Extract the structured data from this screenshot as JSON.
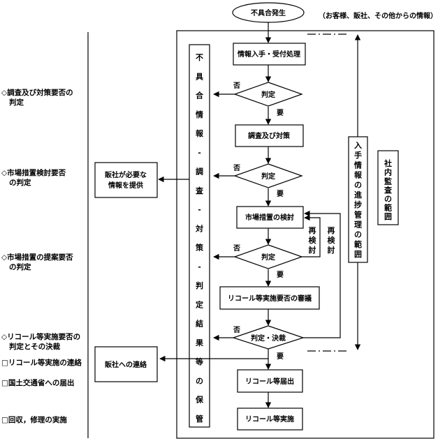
{
  "start": "不具合発生",
  "source_note": "（お客様、販社、その他からの情報）",
  "process": {
    "intake": "情報入手・受付処理",
    "investigation": "調査及び対策",
    "market_review": "市場措置の検討",
    "recall_review": "リコール等実施要否の審議",
    "report": "リコール等届出",
    "execute": "リコール等実施"
  },
  "decisions": {
    "d1": "判定",
    "d2": "判定",
    "d3": "判定",
    "d4": "判定・決裁"
  },
  "branch": {
    "no": "否",
    "yes": "要"
  },
  "recheck": "再検討",
  "vertical": {
    "records": "不具合情報・調査・対策・判定結果等の保管",
    "progress": "入手情報の進捗管理の範囲",
    "audit": "社内監査の範囲"
  },
  "dealer": {
    "info": [
      "販社が必要な",
      "情報を提供"
    ],
    "contact": "販社への連絡"
  },
  "left_notes": {
    "n1": [
      "◇調査及び対策要否の",
      "判定"
    ],
    "n2": [
      "◇市場措置検討要否",
      "の判定"
    ],
    "n3": [
      "◇市場措置の提案要否",
      "の判定"
    ],
    "n4": [
      "◇リコール等実施要否の",
      "判定とその決裁"
    ],
    "n5": "□リコール等実施の連絡",
    "n6": "□国土交通省への届出",
    "n7": "□回収，修理の実施"
  }
}
